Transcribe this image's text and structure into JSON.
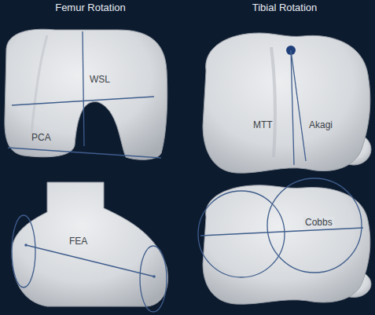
{
  "diagram": {
    "labels": [
      "Femur Rotation",
      "Tibial Rotation",
      "WSL",
      "PCA",
      "FEA",
      "MTT",
      "Akagi",
      "Cobbs"
    ]
  }
}
